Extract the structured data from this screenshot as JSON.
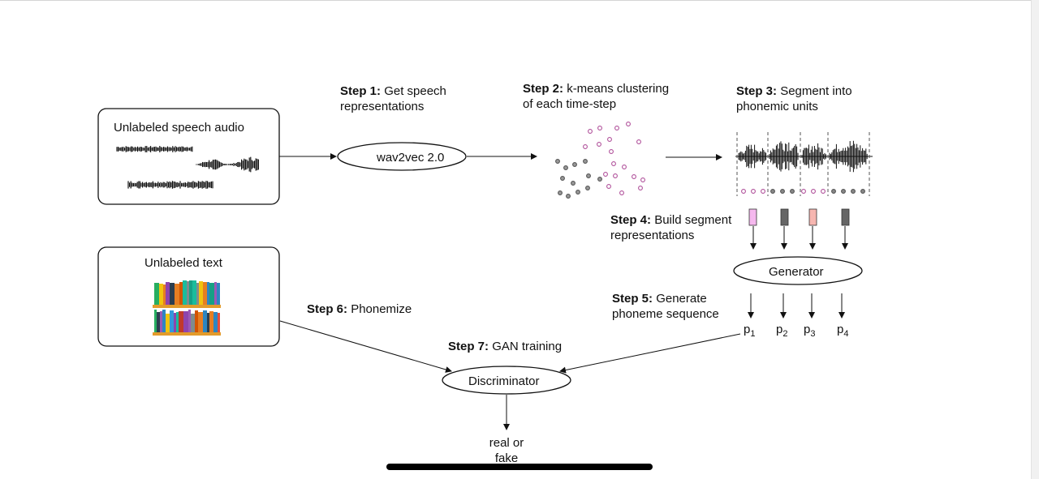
{
  "boxes": {
    "audio_title": "Unlabeled speech audio",
    "text_title": "Unlabeled text"
  },
  "nodes": {
    "wav2vec": "wav2vec 2.0",
    "generator": "Generator",
    "discriminator": "Discriminator"
  },
  "steps": [
    {
      "num": "Step 1:",
      "line1": "Get speech",
      "line2": "representations"
    },
    {
      "num": "Step 2:",
      "line1": "k-means clustering",
      "line2": "of each time-step"
    },
    {
      "num": "Step 3:",
      "line1": "Segment into",
      "line2": "phonemic units"
    },
    {
      "num": "Step 4:",
      "line1": "Build segment",
      "line2": "representations"
    },
    {
      "num": "Step 5:",
      "line1": "Generate",
      "line2": "phoneme sequence"
    },
    {
      "num": "Step 6:",
      "line1": "Phonemize",
      "line2": ""
    },
    {
      "num": "Step 7:",
      "line1": "GAN training",
      "line2": ""
    }
  ],
  "phonemes": [
    {
      "base": "p",
      "sub": "1"
    },
    {
      "base": "p",
      "sub": "2"
    },
    {
      "base": "p",
      "sub": "3"
    },
    {
      "base": "p",
      "sub": "4"
    }
  ],
  "output": {
    "line1": "real or",
    "line2": "fake"
  },
  "colors": {
    "cluster_pink": "#b0509a",
    "cluster_gray": "#555555",
    "segment_pink": "#f5b8ee",
    "segment_salmon": "#f6b6b0",
    "segment_dark": "#666666"
  }
}
